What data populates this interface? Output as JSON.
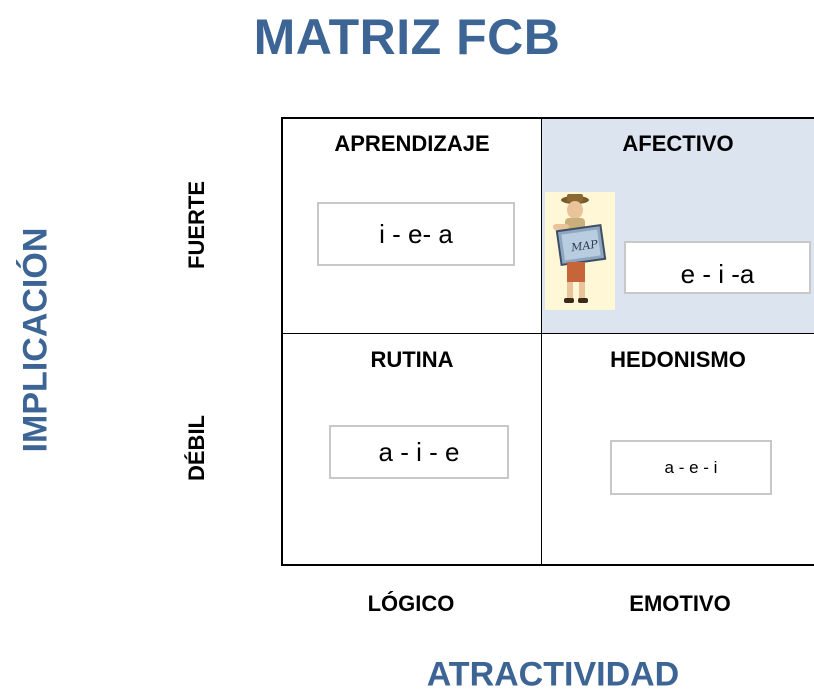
{
  "title": "MATRIZ FCB",
  "y_axis": {
    "title": "IMPLICACIÓN",
    "rows": [
      {
        "label": "FUERTE"
      },
      {
        "label": "DÉBIL"
      }
    ]
  },
  "x_axis": {
    "title": "ATRACTIVIDAD",
    "columns": [
      {
        "label": "LÓGICO"
      },
      {
        "label": "EMOTIVO"
      }
    ]
  },
  "quadrants": {
    "top_left": {
      "title": "APRENDIZAJE",
      "sequence": "i - e- a"
    },
    "top_right": {
      "title": "AFECTIVO",
      "sequence": "e - i -a",
      "figure_sign": "MAP"
    },
    "bottom_left": {
      "title": "RUTINA",
      "sequence": "a - i - e"
    },
    "bottom_right": {
      "title": "HEDONISMO",
      "sequence": "a - e - i"
    }
  },
  "colors": {
    "title": "#3c6494",
    "afectivo_fill": "#dbe4ef",
    "box_border": "#c8c8c8"
  }
}
